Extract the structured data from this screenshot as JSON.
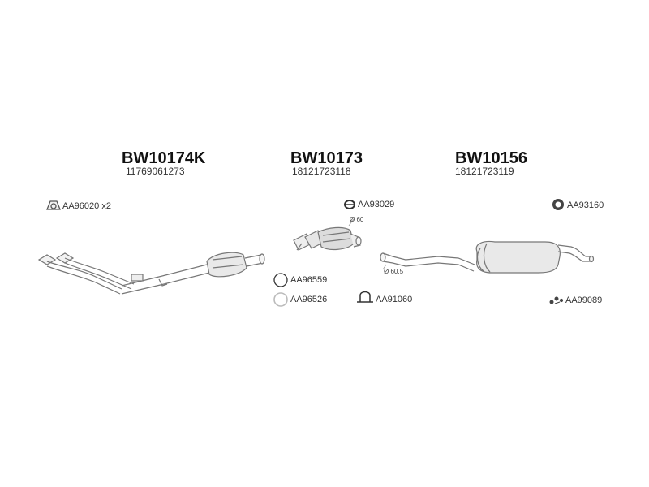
{
  "parts": [
    {
      "code": "BW10174K",
      "oem": "11769061273"
    },
    {
      "code": "BW10173",
      "oem": "18121723118"
    },
    {
      "code": "BW10156",
      "oem": "18121723119"
    }
  ],
  "accessories": {
    "gasket_x2": "AA96020 x2",
    "clamp_a": "AA93029",
    "ring_a": "AA96559",
    "ring_b": "AA96526",
    "clamp_b": "AA91060",
    "rubber_mount": "AA93160",
    "hardware_kit": "AA99089"
  },
  "dimensions": {
    "diameter_front": "Ø 60",
    "diameter_rear": "Ø 60,5"
  }
}
